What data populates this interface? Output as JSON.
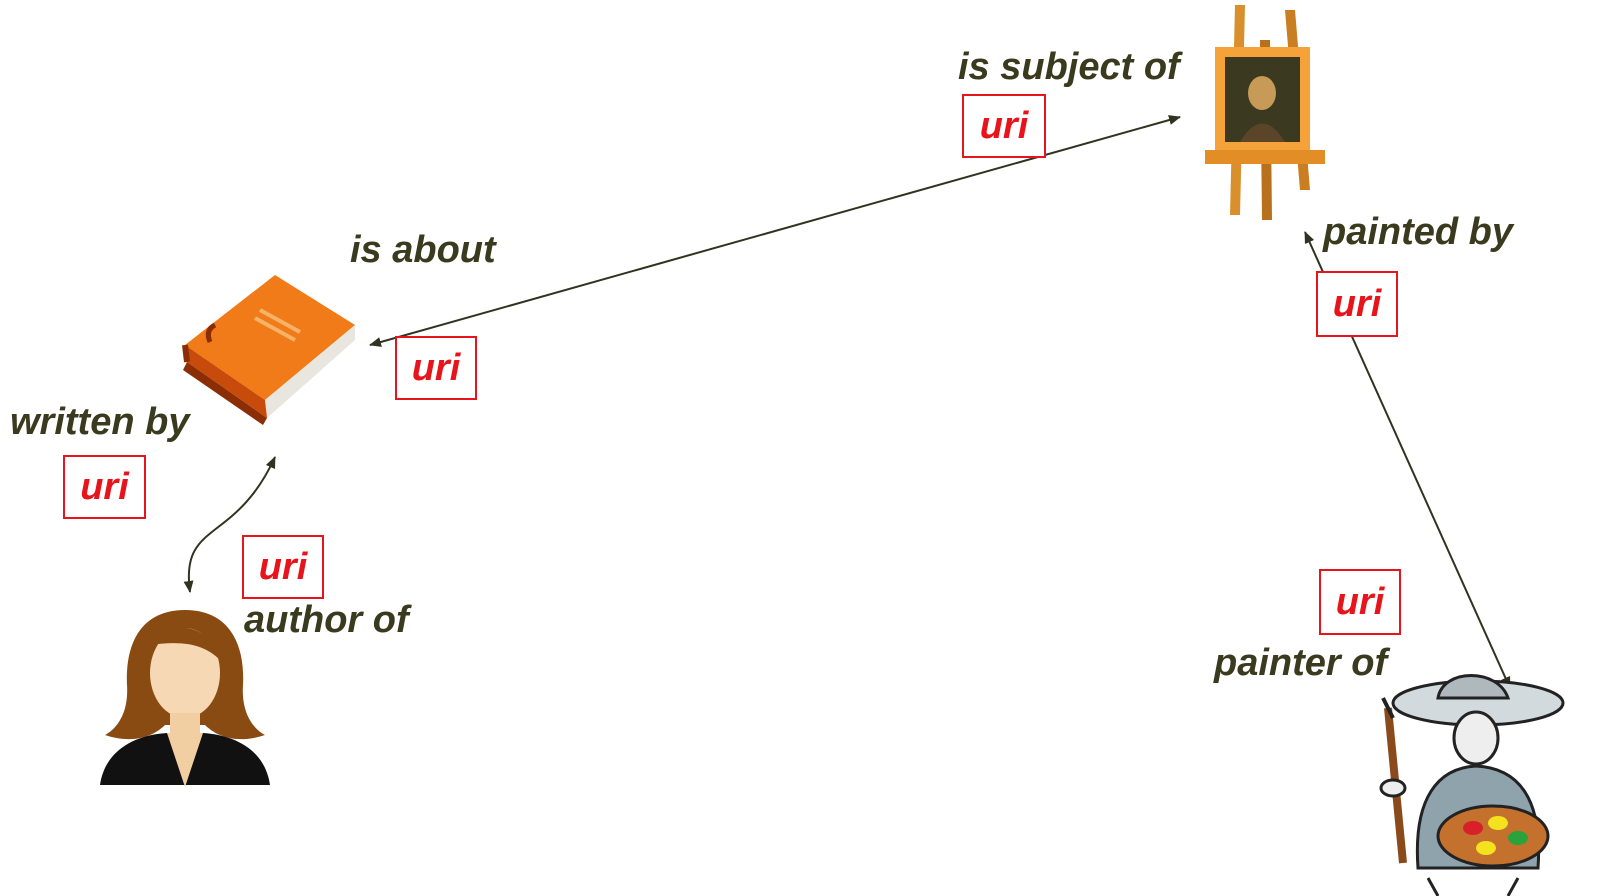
{
  "relations": {
    "is_subject_of": {
      "label": "is subject of",
      "uri": "uri"
    },
    "is_about": {
      "label": "is about",
      "uri": "uri"
    },
    "painted_by": {
      "label": "painted by",
      "uri": "uri"
    },
    "written_by": {
      "label": "written by",
      "uri": "uri"
    },
    "author_of": {
      "label": "author of",
      "uri": "uri"
    },
    "painter_of": {
      "label": "painter of",
      "uri": "uri"
    }
  },
  "colors": {
    "label": "#3a3a1e",
    "uri": "#e8141b",
    "arrow": "#2f3320"
  },
  "icons": [
    "book-icon",
    "easel-painting-icon",
    "woman-author-icon",
    "painter-icon"
  ]
}
